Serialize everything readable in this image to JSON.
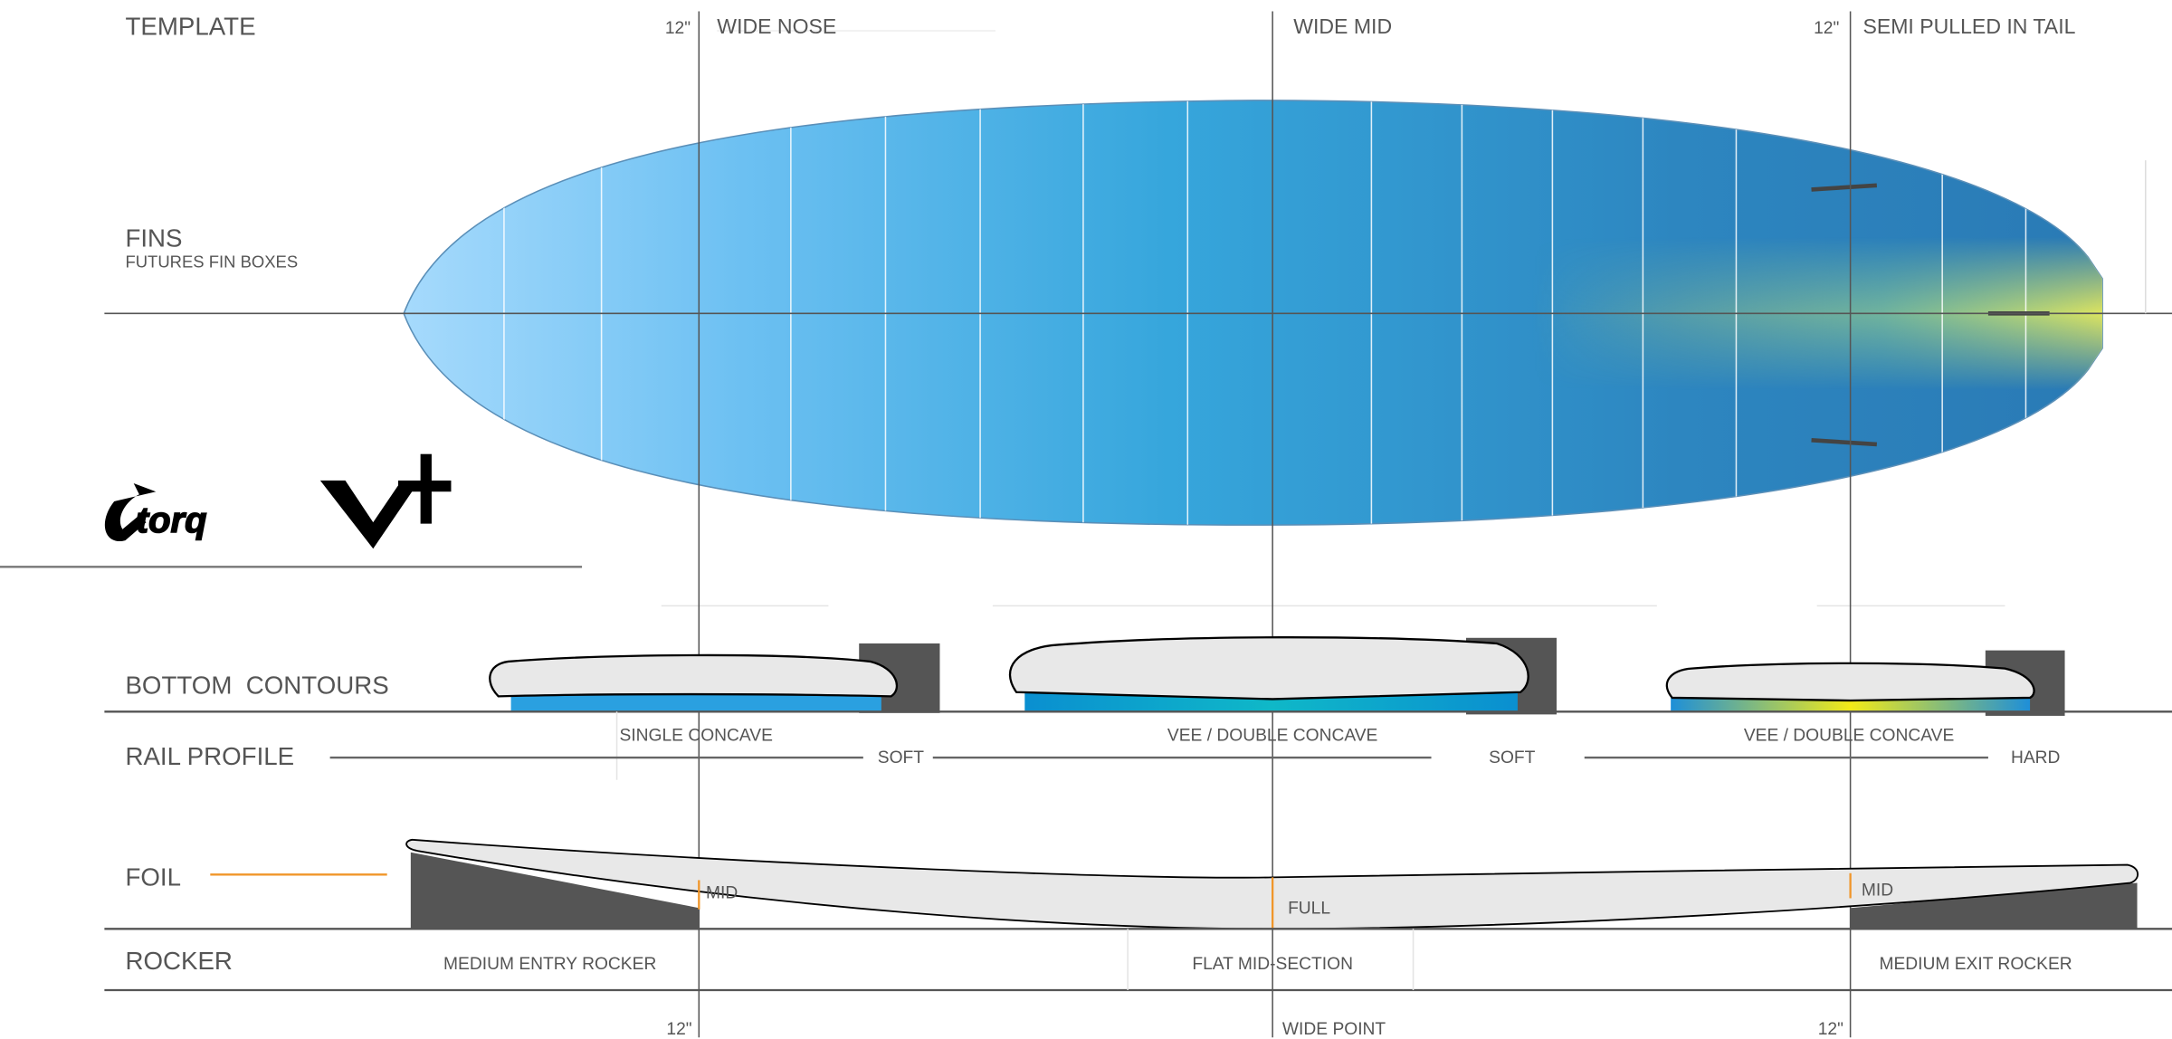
{
  "sections": {
    "template": "TEMPLATE",
    "fins": "FINS",
    "fins_sub": "FUTURES FIN BOXES",
    "bottom_contours": "BOTTOM  CONTOURS",
    "rail_profile": "RAIL PROFILE",
    "foil": "FOIL",
    "rocker": "ROCKER"
  },
  "top_markers": {
    "nose_dist": "12\"",
    "nose": "WIDE NOSE",
    "mid": "WIDE MID",
    "tail_dist": "12\"",
    "tail": "SEMI PULLED IN TAIL"
  },
  "contours": [
    "SINGLE CONCAVE",
    "VEE / DOUBLE CONCAVE",
    "VEE / DOUBLE CONCAVE"
  ],
  "rails": [
    "SOFT",
    "SOFT",
    "HARD"
  ],
  "foil_labels": [
    "MID",
    "FULL",
    "MID"
  ],
  "rocker_labels": [
    "MEDIUM ENTRY ROCKER",
    "FLAT MID-SECTION",
    "MEDIUM EXIT ROCKER"
  ],
  "bottom_markers": {
    "left": "12\"",
    "mid": "WIDE POINT",
    "right": "12\""
  },
  "logos": [
    "torq",
    "V+"
  ],
  "colors": {
    "accent": "#f0962a",
    "board_light": "#8fd0fb",
    "board_dark": "#2a7fbb",
    "tail_yellow": "#e6e85a",
    "block": "#555555"
  }
}
